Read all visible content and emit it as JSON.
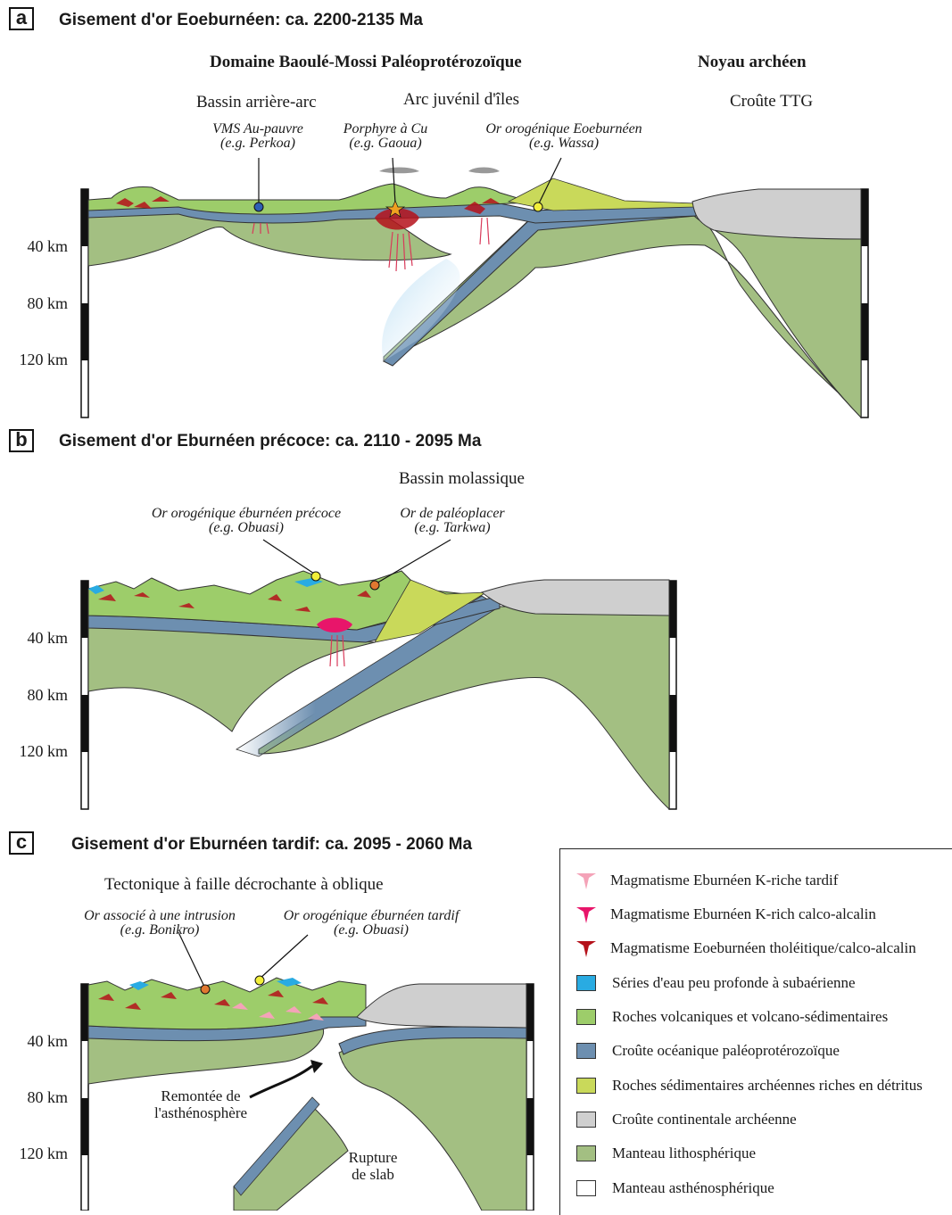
{
  "panels": [
    {
      "letter": "a",
      "title": "Gisement d'or Eoeburnéen: ca. 2200-2135 Ma",
      "domain_label": "Domaine Baoulé-Mossi Paléoprotérozoïque",
      "craton_label": "Noyau archéen",
      "basin_label": "Bassin arrière-arc",
      "arc_label": "Arc juvénil d'îles",
      "crust_label": "Croûte TTG",
      "deposits": [
        {
          "line1": "VMS Au-pauvre",
          "line2": "(e.g. Perkoa)"
        },
        {
          "line1": "Porphyre à Cu",
          "line2": "(e.g. Gaoua)"
        },
        {
          "line1": "Or orogénique Eoeburnéen",
          "line2": "(e.g. Wassa)"
        }
      ],
      "depths": [
        "40 km",
        "80 km",
        "120 km"
      ]
    },
    {
      "letter": "b",
      "title": "Gisement d'or Eburnéen précoce: ca. 2110 - 2095 Ma",
      "basin_label": "Bassin molassique",
      "deposits": [
        {
          "line1": "Or orogénique éburnéen précoce",
          "line2": "(e.g. Obuasi)"
        },
        {
          "line1": "Or de paléoplacer",
          "line2": "(e.g. Tarkwa)"
        }
      ],
      "depths": [
        "40 km",
        "80 km",
        "120 km"
      ]
    },
    {
      "letter": "c",
      "title": "Gisement d'or Eburnéen tardif: ca. 2095 - 2060 Ma",
      "tectonic_label": "Tectonique à faille décrochante à oblique",
      "deposits": [
        {
          "line1": "Or associé à une intrusion",
          "line2": "(e.g. Bonikro)"
        },
        {
          "line1": "Or orogénique éburnéen tardif",
          "line2": "(e.g. Obuasi)"
        }
      ],
      "upwelling_line1": "Remontée de",
      "upwelling_line2": "l'asthénosphère",
      "slab_line1": "Rupture",
      "slab_line2": "de slab",
      "depths": [
        "40 km",
        "80 km",
        "120 km"
      ]
    }
  ],
  "legend": [
    {
      "label": "Magmatisme Eburnéen K-riche tardif",
      "kind": "magma",
      "color": "#f4a3b8"
    },
    {
      "label": "Magmatisme Eburnéen K-rich calco-alcalin",
      "kind": "magma",
      "color": "#e8156a"
    },
    {
      "label": "Magmatisme Eoeburnéen tholéitique/calco-alcalin",
      "kind": "magma",
      "color": "#b5121b"
    },
    {
      "label": "Séries d'eau peu profonde à subaérienne",
      "kind": "box",
      "color": "#29abe2"
    },
    {
      "label": "Roches volcaniques et volcano-sédimentaires",
      "kind": "box",
      "color": "#9dcd6a"
    },
    {
      "label": "Croûte océanique paléoprotérozoïque",
      "kind": "box",
      "color": "#6d8fb0"
    },
    {
      "label": "Roches sédimentaires archéennes riches en détritus",
      "kind": "box",
      "color": "#c9d95a"
    },
    {
      "label": "Croûte continentale archéenne",
      "kind": "box",
      "color": "#cfcfcf"
    },
    {
      "label": "Manteau lithosphérique",
      "kind": "box",
      "color": "#a3bf82"
    },
    {
      "label": "Manteau asthénosphérique",
      "kind": "box",
      "color": "#ffffff"
    }
  ],
  "colors": {
    "mantle": "#a3bf82",
    "volcanic": "#9dcd6a",
    "ocean_crust": "#6d8fb0",
    "continental": "#cfcfcf",
    "sediment": "#c9d95a",
    "shallow_water": "#29abe2",
    "magma_tholeiitic": "#b5121b",
    "magma_calc_alkaline": "#e8156a",
    "magma_late": "#f4a3b8"
  }
}
